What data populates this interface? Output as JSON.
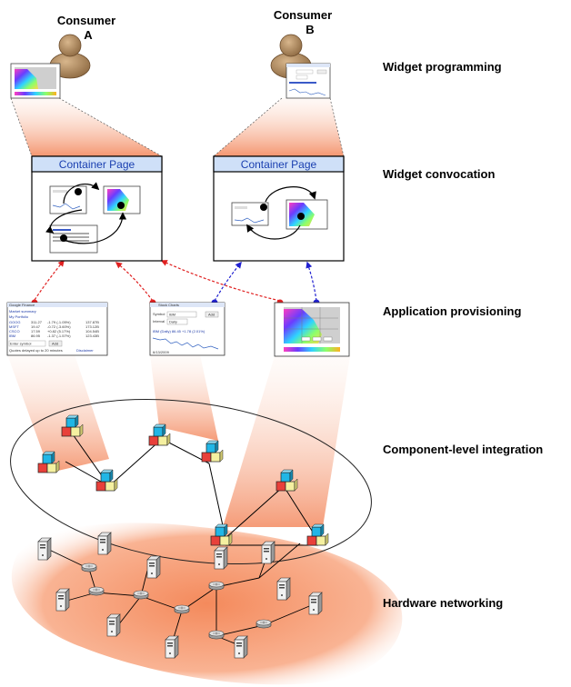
{
  "consumers": [
    {
      "name": "Consumer",
      "letter": "A"
    },
    {
      "name": "Consumer",
      "letter": "B"
    }
  ],
  "layers": [
    "Widget programming",
    "Widget convocation",
    "Application provisioning",
    "Component-level integration",
    "Hardware networking"
  ],
  "containers": [
    {
      "title": "Container Page"
    },
    {
      "title": "Container Page"
    }
  ],
  "widgets": {
    "finance": {
      "title": "Google Finance",
      "market_link": "Market summary",
      "portfolio_link": "My Portfolio",
      "rows": [
        {
          "sym": "GOOG",
          "price": "311.27",
          "chg": "-1.79 (-1.05%)",
          "cap": "137.87B"
        },
        {
          "sym": "MSFT",
          "price": "19.47",
          "chg": "-0.72 (-3.60%)",
          "cap": "173.12B"
        },
        {
          "sym": "CSCO",
          "price": "17.59",
          "chg": "+0.82 (5.17%)",
          "cap": "104.54B"
        },
        {
          "sym": "IBM",
          "price": "86.95",
          "chg": "-1.37 (-1.57%)",
          "cap": "123.43B"
        }
      ],
      "input_placeholder": "Enter symbol",
      "add_label": "Add",
      "footer": "Quotes delayed up to 20 minutes",
      "footer_link": "Disclaimer"
    },
    "stockchart": {
      "title": "Stock Charts",
      "symbol_label": "Symbol",
      "symbol_value": "IBM",
      "interval_label": "Interval",
      "interval_value": "Daily",
      "add_label": "Add",
      "quote": "IBM (Daily) 86.45 +1.78 (2.01%)",
      "date": "6/13/2009"
    },
    "map": {
      "title": "Weather Map"
    }
  },
  "colors": {
    "provider_red": "#e02020",
    "provider_blue": "#2020d0",
    "container_header": "#cfe0f8",
    "cube_red": "#e8403a",
    "cube_yellow": "#f5f0a0",
    "cube_cyan": "#21b6e6",
    "funnel": "#f7a37f"
  },
  "icons": [
    "person-icon",
    "server-icon",
    "router-icon",
    "component-cube-icon"
  ]
}
